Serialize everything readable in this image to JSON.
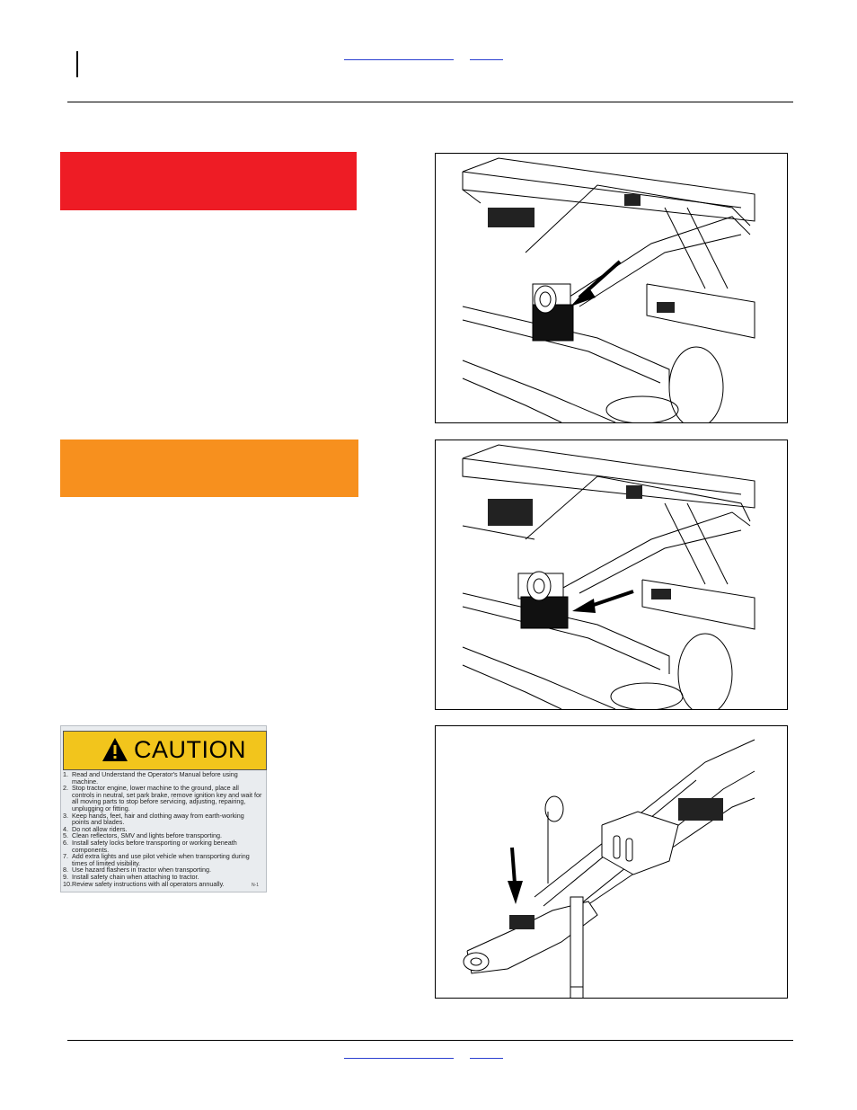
{
  "header": {
    "link_left": "",
    "link_right": ""
  },
  "footer": {
    "link_left": "",
    "link_right": ""
  },
  "panels": {
    "danger_color": "#ee1c25",
    "warning_color": "#f7901e"
  },
  "figures": [
    {
      "name": "figure-reflector-rear",
      "arrow": "arrow-pointing-down-left"
    },
    {
      "name": "figure-reflector-side",
      "arrow": "arrow-pointing-left"
    },
    {
      "name": "figure-hitch-decal",
      "arrow": "arrow-pointing-down"
    }
  ],
  "caution_decal": {
    "title": "CAUTION",
    "icon": "warning-triangle-icon",
    "color": "#f2c51c",
    "items": [
      {
        "num": "1.",
        "text": "Read and Understand the Operator's Manual before using machine."
      },
      {
        "num": "2.",
        "text": "Stop tractor engine, lower machine to the ground, place all controls in neutral, set park brake, remove ignition key and wait for all moving parts to stop before servicing, adjusting, repairing, unplugging or fitting."
      },
      {
        "num": "3.",
        "text": "Keep hands, feet, hair and clothing away from earth-working points and blades."
      },
      {
        "num": "4.",
        "text": "Do not allow riders."
      },
      {
        "num": "5.",
        "text": "Clean reflectors, SMV and lights before transporting."
      },
      {
        "num": "6.",
        "text": "Install safety locks before transporting or working beneath components."
      },
      {
        "num": "7.",
        "text": "Add extra lights and use pilot vehicle when transporting during times of limited visibility."
      },
      {
        "num": "8.",
        "text": "Use hazard flashers in tractor when transporting."
      },
      {
        "num": "9.",
        "text": "Install safety chain when attaching to tractor."
      },
      {
        "num": "10.",
        "text": "Review safety instructions with all operators annually."
      }
    ],
    "code": "N-1"
  }
}
